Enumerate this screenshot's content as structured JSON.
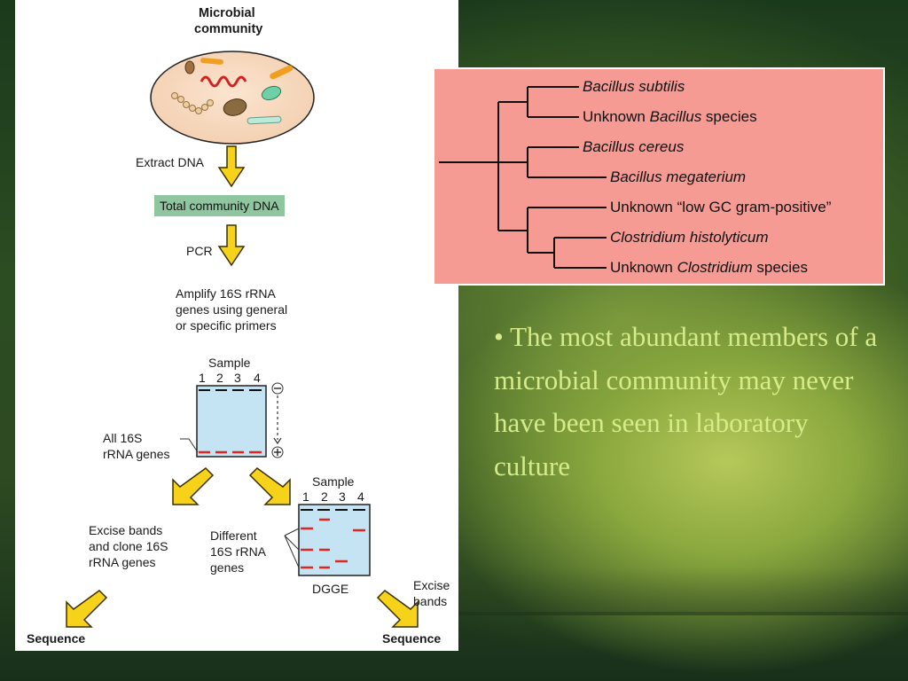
{
  "diagram": {
    "title": "Microbial community",
    "title_line1": "Microbial",
    "title_line2": "community",
    "step1_label": "Extract DNA",
    "total_dna_label": "Total community DNA",
    "step2_label": "PCR",
    "amplify_text": [
      "Amplify 16S rRNA",
      "genes using general",
      "or specific primers"
    ],
    "gel1": {
      "title": "Sample",
      "lanes": [
        "1",
        "2",
        "3",
        "4"
      ],
      "minus": "–",
      "plus": "+"
    },
    "all16s_label": [
      "All 16S",
      "rRNA genes"
    ],
    "gel2": {
      "title": "Sample",
      "lanes": [
        "1",
        "2",
        "3",
        "4"
      ],
      "caption": "DGGE"
    },
    "excise_clone_text": [
      "Excise bands",
      "and clone 16S",
      "rRNA genes"
    ],
    "different_text": [
      "Different",
      "16S rRNA",
      "genes"
    ],
    "excise_bands_text": [
      "Excise",
      "bands"
    ],
    "sequence_left": "Sequence",
    "sequence_right": "Sequence"
  },
  "tree": {
    "species": [
      {
        "plain_pre": "",
        "italic": "Bacillus subtilis",
        "plain_post": ""
      },
      {
        "plain_pre": "Unknown ",
        "italic": "Bacillus",
        "plain_post": " species"
      },
      {
        "plain_pre": "",
        "italic": "Bacillus cereus",
        "plain_post": ""
      },
      {
        "plain_pre": "",
        "italic": "Bacillus megaterium",
        "plain_post": ""
      },
      {
        "plain_pre": "Unknown “low GC gram-positive”",
        "italic": "",
        "plain_post": ""
      },
      {
        "plain_pre": "",
        "italic": "Clostridium histolyticum",
        "plain_post": ""
      },
      {
        "plain_pre": "Unknown ",
        "italic": "Clostridium",
        "plain_post": " species"
      }
    ]
  },
  "bullet": {
    "marker": "•",
    "text": "The most abundant members of a microbial community may never have been seen in laboratory culture"
  },
  "colors": {
    "arrow_yellow": "#f7d21a",
    "arrow_outline": "#3a3000",
    "gel_fill": "#c4e4f4",
    "band_red": "#e0261e",
    "tree_bg": "#f69a94",
    "bullet_text": "#d6eb8a"
  }
}
